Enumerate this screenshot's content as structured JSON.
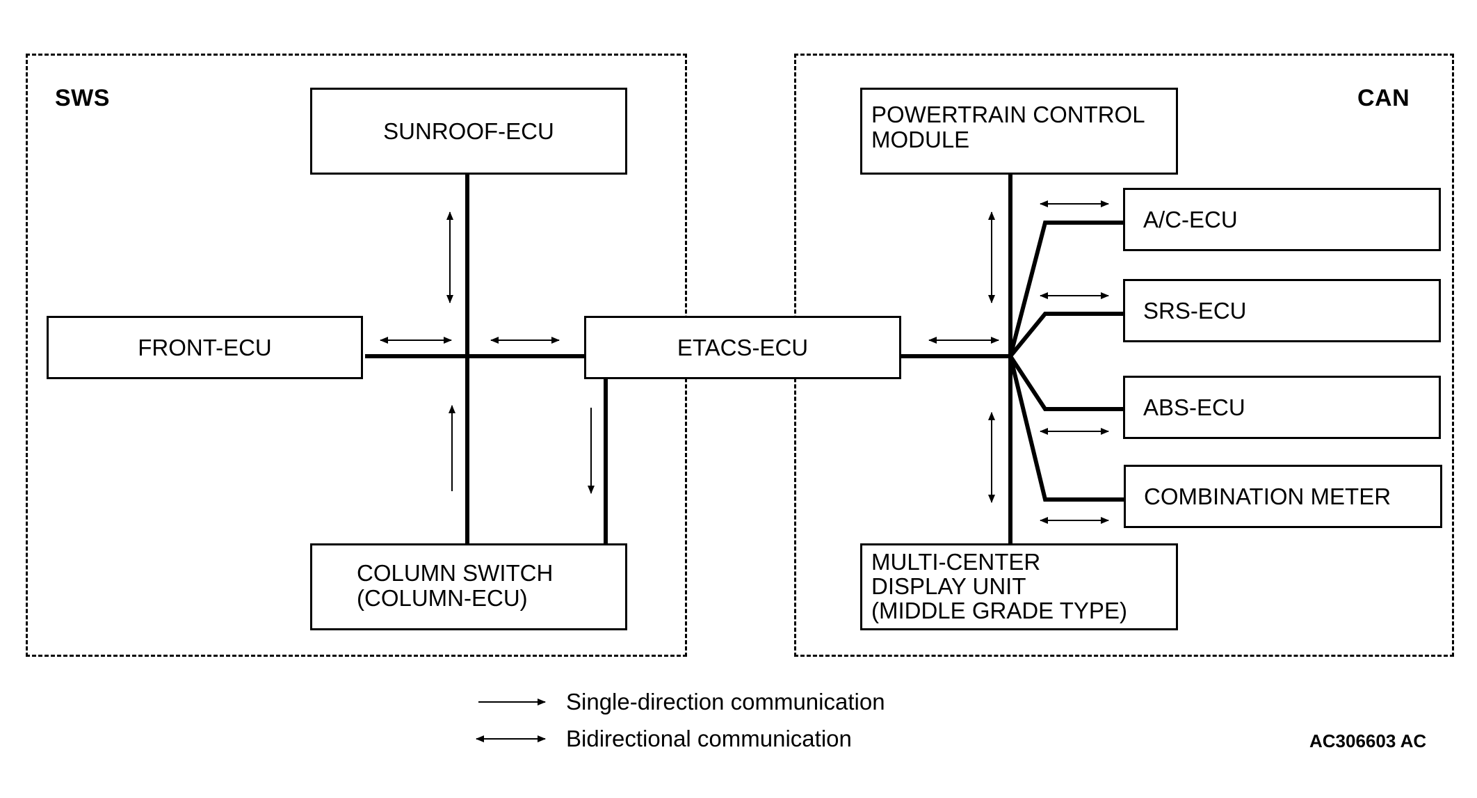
{
  "regions": {
    "sws": {
      "label": "SWS"
    },
    "can": {
      "label": "CAN"
    }
  },
  "ecus": {
    "sunroof": "SUNROOF-ECU",
    "front": "FRONT-ECU",
    "etacs": "ETACS-ECU",
    "column": "COLUMN SWITCH\n(COLUMN-ECU)",
    "pcm": "POWERTRAIN CONTROL\nMODULE",
    "ac": "A/C-ECU",
    "srs": "SRS-ECU",
    "abs": "ABS-ECU",
    "combination": "COMBINATION METER",
    "mcdu": "MULTI-CENTER\nDISPLAY UNIT\n(MIDDLE GRADE TYPE)"
  },
  "legend": {
    "single": "Single-direction communication",
    "bidirectional": "Bidirectional communication"
  },
  "figure_code": "AC306603 AC"
}
